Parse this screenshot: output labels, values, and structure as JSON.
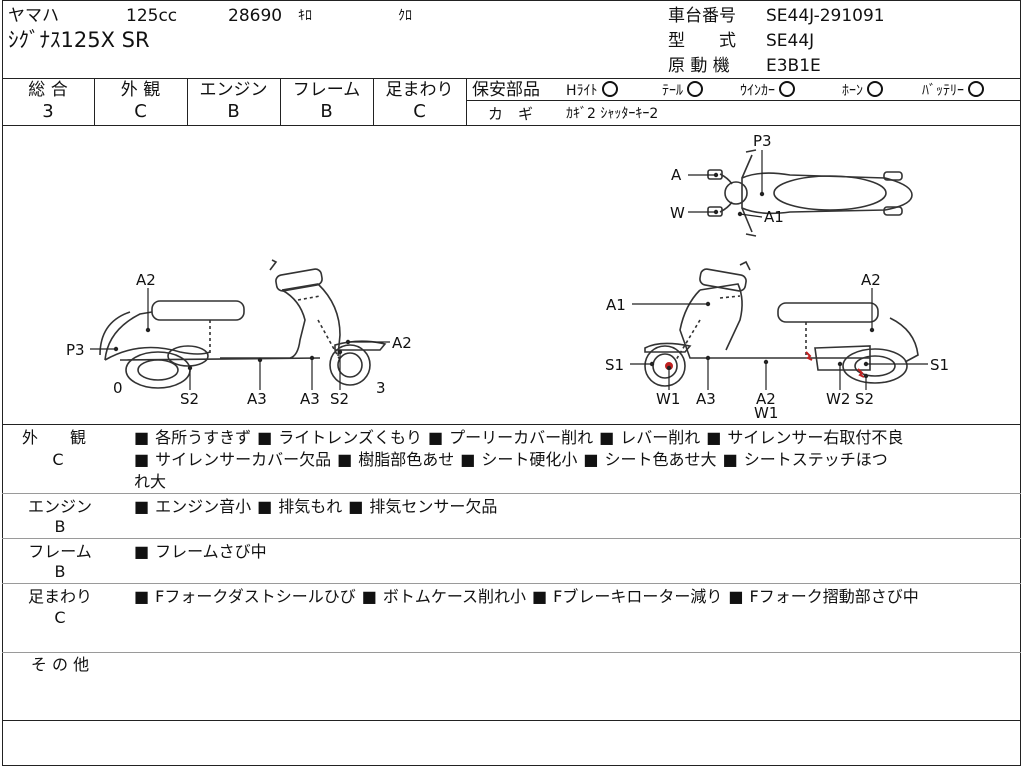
{
  "header": {
    "maker": "ヤマハ",
    "displacement": "125cc",
    "mileage": "28690",
    "mileage_unit": "ｷﾛ",
    "color": "ｸﾛ",
    "model_name": "ｼｸﾞﾅｽ125X SR",
    "frame_no_label": "車台番号",
    "frame_no": "SE44J-291091",
    "type_label": "型　　式",
    "type_value": "SE44J",
    "engine_label": "原 動 機",
    "engine_value": "E3B1E"
  },
  "grades": {
    "sogo_label": "総 合",
    "sogo_value": "3",
    "gaikan_label": "外 観",
    "gaikan_value": "C",
    "engine_label": "エンジン",
    "engine_value": "B",
    "frame_label": "フレーム",
    "frame_value": "B",
    "ashi_label": "足まわり",
    "ashi_value": "C"
  },
  "safety": {
    "label": "保安部品",
    "items": [
      "Hﾗｲﾄ",
      "ﾃｰﾙ",
      "ｳｲﾝｶｰ",
      "ﾎｰﾝ",
      "ﾊﾞｯﾃﾘｰ"
    ],
    "key_label": "カ　ギ",
    "key_value": "ｶｷﾞ2 ｼｬｯﾀｰｷｰ2"
  },
  "diagram": {
    "left_labels": [
      "A2",
      "P3",
      "A2",
      "0",
      "S2",
      "A3",
      "A3",
      "S2",
      "3"
    ],
    "top_labels": [
      "P3",
      "A",
      "W",
      "A1"
    ],
    "right_labels": [
      "A1",
      "A2",
      "S1",
      "S1",
      "W1",
      "A3",
      "A2",
      "W1",
      "W2",
      "S2"
    ]
  },
  "remarks": {
    "gaikan": {
      "label": "外　　観",
      "grade": "C",
      "line1": [
        "各所うすきず",
        "ライトレンズくもり",
        "プーリーカバー削れ",
        "レバー削れ",
        "サイレンサー右取付不良"
      ],
      "line2": [
        "サイレンサーカバー欠品",
        "樹脂部色あせ",
        "シート硬化小",
        "シート色あせ大",
        "シートステッチほつ"
      ],
      "line3": "れ大"
    },
    "engine": {
      "label": "エンジン",
      "grade": "B",
      "items": [
        "エンジン音小",
        "排気もれ",
        "排気センサー欠品"
      ]
    },
    "frame": {
      "label": "フレーム",
      "grade": "B",
      "items": [
        "フレームさび中"
      ]
    },
    "ashi": {
      "label": "足まわり",
      "grade": "C",
      "items": [
        "Fフォークダストシールひび",
        "ボトムケース削れ小",
        "Fブレーキローター減り",
        "Fフォーク摺動部さび中"
      ]
    },
    "other": {
      "label": "そ の 他"
    }
  }
}
